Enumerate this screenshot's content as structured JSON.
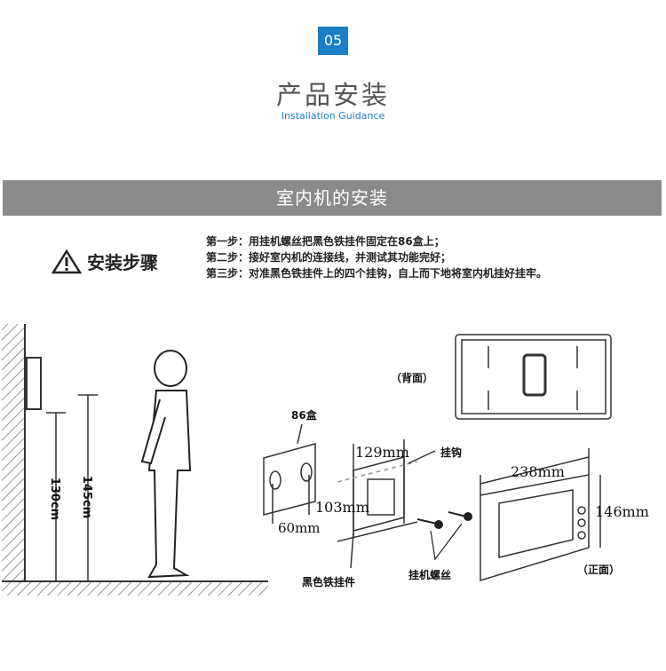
{
  "section_number": "05",
  "title": "产品安装",
  "subtitle": "Installation Guidance",
  "banner": "室内机的安装",
  "steps_heading": "安装步骤",
  "steps": [
    "第一步：用挂机螺丝把黑色铁挂件固定在86盒上；",
    "第二步：接好室内机的连接线，并测试其功能完好；",
    "第三步：对准黑色铁挂件上的四个挂钩，自上而下地将室内机挂好挂牢。"
  ],
  "diagram": {
    "height_130": "130cm",
    "height_145": "145cm",
    "back_label": "（背面）",
    "front_label": "（正面）",
    "box_label": "86盒",
    "box_spacing": "60mm",
    "plate_width": "129mm",
    "plate_height": "103mm",
    "hook_label": "挂钩",
    "device_width": "238mm",
    "device_height": "146mm",
    "bracket_label": "黑色铁挂件",
    "screw_label": "挂机螺丝"
  }
}
